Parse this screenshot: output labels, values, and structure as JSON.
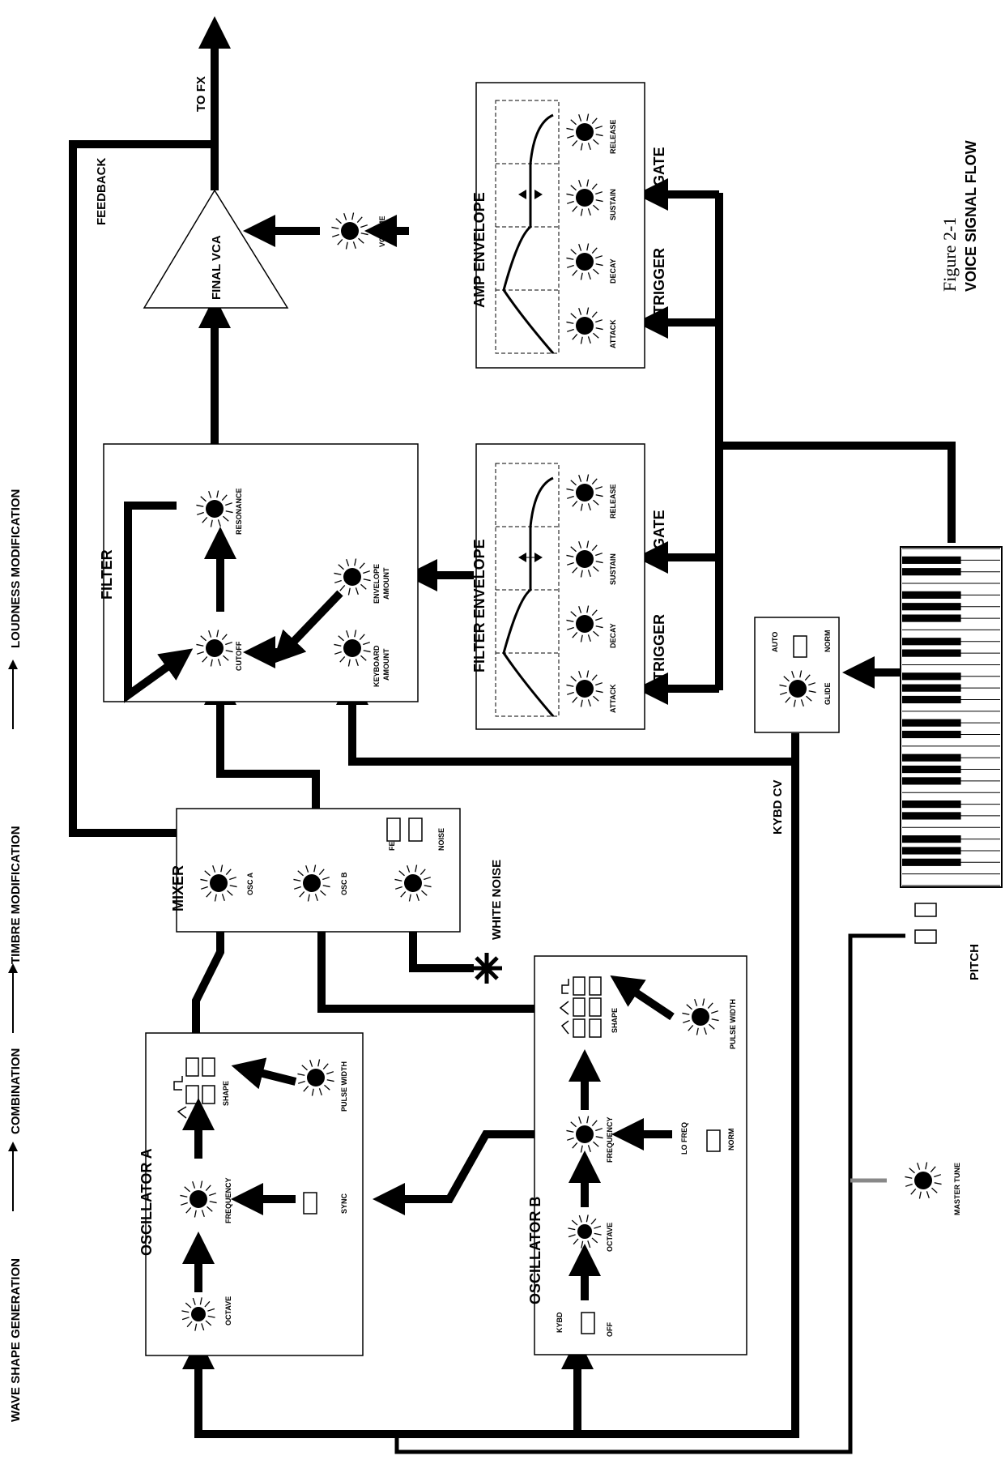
{
  "figure": {
    "number": "Figure 2-1",
    "title": "VOICE SIGNAL FLOW"
  },
  "stages": {
    "wave_shape_generation": "WAVE SHAPE GENERATION",
    "combination": "COMBINATION",
    "timbre_modification": "TIMBRE MODIFICATION",
    "loudness_modification": "LOUDNESS MODIFICATION"
  },
  "signals": {
    "to_fx": "TO FX",
    "feedback": "FEEDBACK",
    "kybd_cv": "KYBD CV",
    "white_noise": "WHITE NOISE",
    "pitch": "PITCH",
    "trigger": "TRIGGER",
    "gate": "GATE"
  },
  "osc_a": {
    "title": "OSCILLATOR A",
    "octave": "OCTAVE",
    "frequency": "FREQUENCY",
    "sync": "SYNC",
    "shape": "SHAPE",
    "pulse_width": "PULSE WIDTH"
  },
  "osc_b": {
    "title": "OSCILLATOR B",
    "kybd": "KYBD",
    "off": "OFF",
    "octave": "OCTAVE",
    "frequency": "FREQUENCY",
    "lo_freq": "LO FREQ",
    "norm": "NORM",
    "shape": "SHAPE",
    "pulse_width": "PULSE WIDTH"
  },
  "mixer": {
    "title": "MIXER",
    "osc_a": "OSC A",
    "osc_b": "OSC B",
    "feedb": "FEEDB",
    "noise": "NOISE"
  },
  "filter": {
    "title": "FILTER",
    "cutoff": "CUTOFF",
    "resonance": "RESONANCE",
    "envelope_amount_1": "ENVELOPE",
    "envelope_amount_2": "AMOUNT",
    "keyboard_amount_1": "KEYBOARD",
    "keyboard_amount_2": "AMOUNT"
  },
  "filter_env": {
    "title": "FILTER ENVELOPE",
    "attack": "ATTACK",
    "decay": "DECAY",
    "sustain": "SUSTAIN",
    "release": "RELEASE"
  },
  "amp_env": {
    "title": "AMP ENVELOPE",
    "attack": "ATTACK",
    "decay": "DECAY",
    "sustain": "SUSTAIN",
    "release": "RELEASE"
  },
  "vca": {
    "title": "FINAL VCA",
    "volume": "VOLUME"
  },
  "glide": {
    "auto": "AUTO",
    "norm": "NORM",
    "glide": "GLIDE"
  },
  "master_tune": "MASTER TUNE",
  "colors": {
    "line": "#000000",
    "background": "#ffffff",
    "tune_link": "#888888"
  },
  "icons": {
    "knob": "sunburst-knob-icon",
    "white_noise": "asterisk-icon",
    "waveforms": [
      "sawtooth-icon",
      "triangle-icon",
      "pulse-icon"
    ]
  }
}
